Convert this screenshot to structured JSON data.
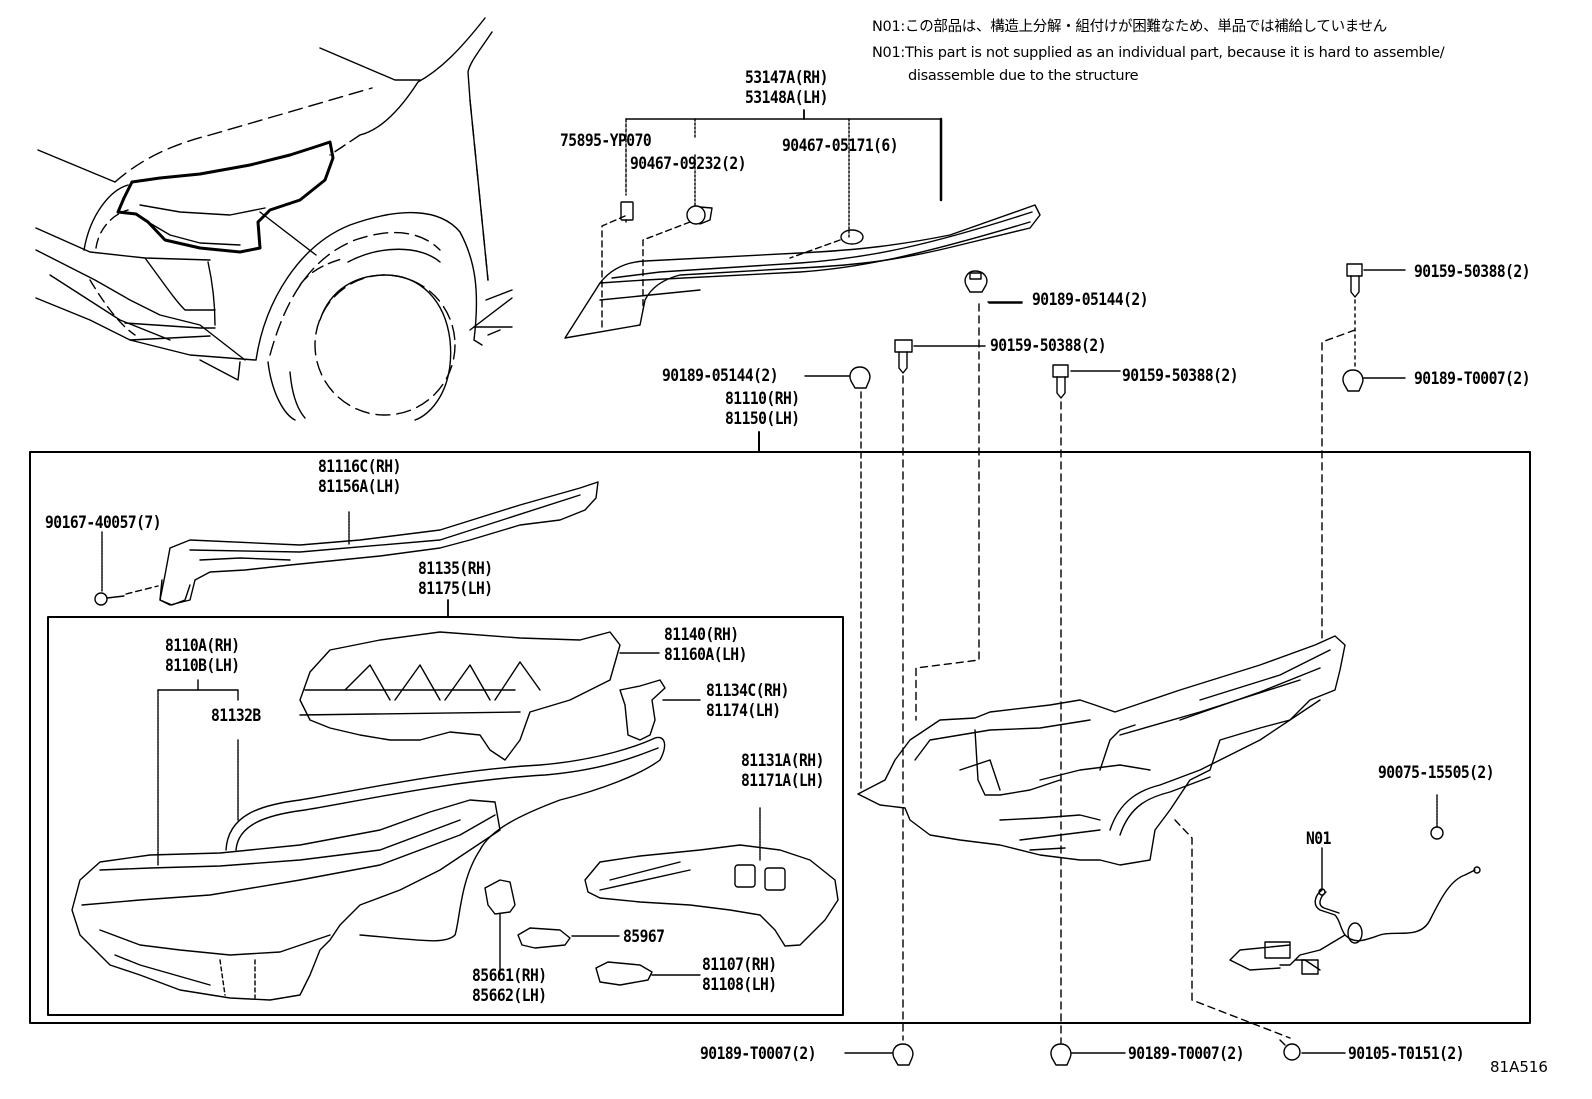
{
  "diagram": {
    "id_code": "81A516",
    "notes": [
      {
        "code": "N01",
        "text_jp": "この部品は、構造上分解・組付けが困難なため、単品では補給していません"
      },
      {
        "code": "N01",
        "text_en": "This part is not supplied as an individual part, because it is hard to assemble/",
        "text_en_cont": "disassemble due to the structure"
      }
    ],
    "parts": {
      "garnish_rh": "53147A(RH)",
      "garnish_lh": "53148A(LH)",
      "clip_75895": "75895-YP070",
      "clip_90467_09232": "90467-09232(2)",
      "clip_90467_05171": "90467-05171(6)",
      "clip_90189_05144_a": "90189-05144(2)",
      "clip_90189_05144_b": "90189-05144(2)",
      "screw_90159_a": "90159-50388(2)",
      "screw_90159_b": "90159-50388(2)",
      "screw_90159_c": "90159-50388(2)",
      "clip_90189_T0007_top": "90189-T0007(2)",
      "headlamp_rh": "81110(RH)",
      "headlamp_lh": "81150(LH)",
      "bracket_rh": "81116C(RH)",
      "bracket_lh": "81156A(LH)",
      "screw_90167": "90167-40057(7)",
      "unit_rh": "81135(RH)",
      "unit_lh": "81175(LH)",
      "lens_rh": "8110A(RH)",
      "lens_lh": "8110B(LH)",
      "gasket": "81132B",
      "housing_rh": "81140(RH)",
      "housing_lh": "81160A(LH)",
      "cover_rh": "81134C(RH)",
      "cover_lh": "81174(LH)",
      "reflector_rh": "81131A(RH)",
      "reflector_lh": "81171A(LH)",
      "ecu_85967": "85967",
      "socket_rh": "85661(RH)",
      "socket_lh": "85662(LH)",
      "module_rh": "81107(RH)",
      "module_lh": "81108(LH)",
      "plug_90075": "90075-15505(2)",
      "note_ref": "N01",
      "clip_bottom_a": "90189-T0007(2)",
      "clip_bottom_b": "90189-T0007(2)",
      "bolt_90105": "90105-T0151(2)"
    }
  }
}
